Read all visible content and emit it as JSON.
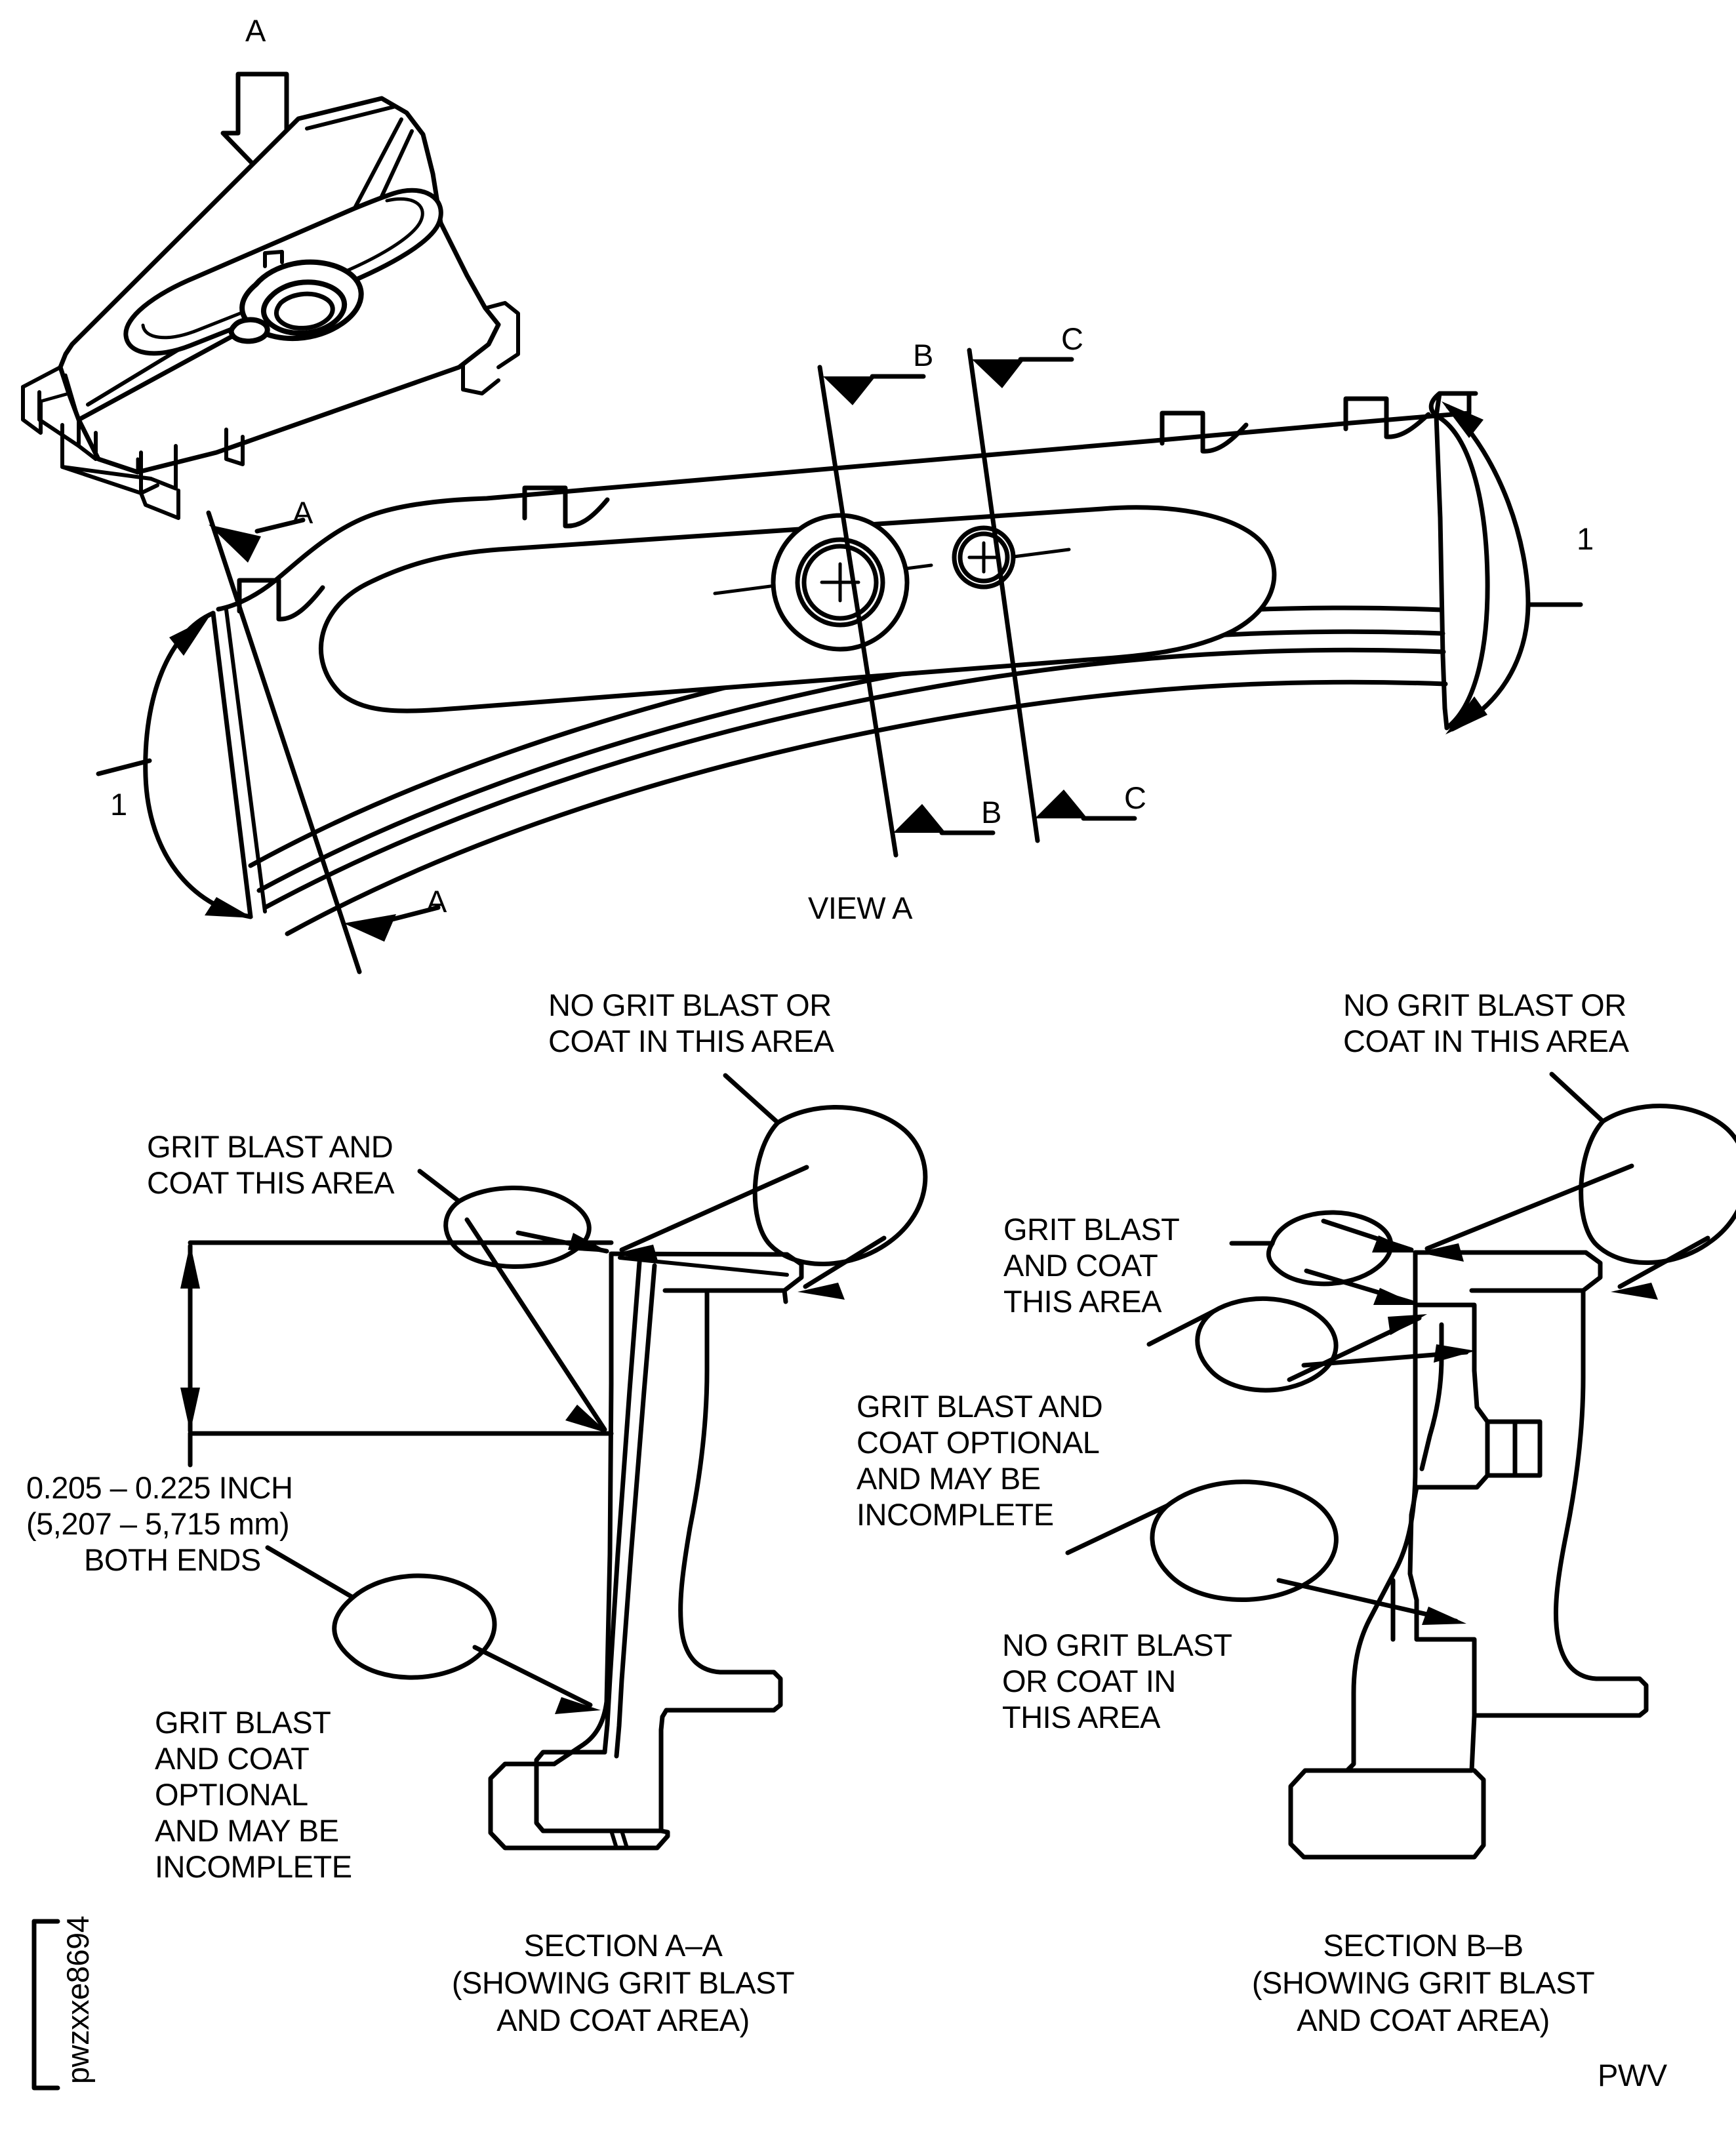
{
  "drawing": {
    "sheet_code_vertical": "pwzxxe8694",
    "sheet_code_corner": "PWV",
    "view_a_caption": "VIEW A",
    "arrow_a_top": "A",
    "callout_1_left": "1",
    "callout_1_right": "1",
    "section_marks": {
      "a_top": "A",
      "a_bottom": "A",
      "b_top": "B",
      "b_bottom": "B",
      "c_top": "C",
      "c_bottom": "C"
    }
  },
  "section_aa": {
    "caption_line1": "SECTION A–A",
    "caption_line2": "(SHOWING GRIT BLAST",
    "caption_line3": "AND COAT AREA)",
    "label_no_grit_line1": "NO GRIT BLAST OR",
    "label_no_grit_line2": "COAT IN THIS AREA",
    "label_grit_line1": "GRIT BLAST AND",
    "label_grit_line2": "COAT THIS AREA",
    "dimension_line1": "0.205 – 0.225 INCH",
    "dimension_line2": "(5,207 – 5,715 mm)",
    "dimension_line3": "BOTH ENDS",
    "label_optional_line1": "GRIT BLAST",
    "label_optional_line2": "AND COAT",
    "label_optional_line3": "OPTIONAL",
    "label_optional_line4": "AND MAY BE",
    "label_optional_line5": "INCOMPLETE"
  },
  "section_bb": {
    "caption_line1": "SECTION B–B",
    "caption_line2": "(SHOWING GRIT BLAST",
    "caption_line3": "AND COAT AREA)",
    "label_no_grit_top_line1": "NO GRIT BLAST OR",
    "label_no_grit_top_line2": "COAT IN THIS AREA",
    "label_grit_line1": "GRIT BLAST",
    "label_grit_line2": "AND COAT",
    "label_grit_line3": "THIS AREA",
    "label_optional_line1": "GRIT BLAST AND",
    "label_optional_line2": "COAT OPTIONAL",
    "label_optional_line3": "AND MAY BE",
    "label_optional_line4": "INCOMPLETE",
    "label_no_grit_bot_line1": "NO GRIT BLAST",
    "label_no_grit_bot_line2": "OR COAT IN",
    "label_no_grit_bot_line3": "THIS AREA"
  },
  "colors": {
    "line": "#000000",
    "background": "#ffffff"
  }
}
